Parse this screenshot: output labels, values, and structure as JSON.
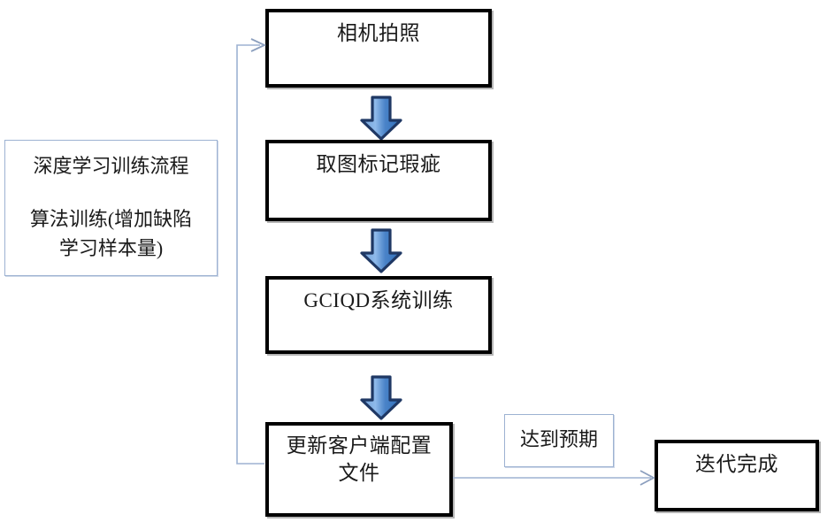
{
  "diagram": {
    "title_text": "深度学习训练流程",
    "nodes": {
      "annotation": {
        "line1": "深度学习训练流程",
        "line2": "算法训练(增加缺陷\n学习样本量)"
      },
      "step1": {
        "label": "相机拍照"
      },
      "step2": {
        "label": "取图标记瑕疵"
      },
      "step3": {
        "label": "GCIQD系统训练"
      },
      "step4": {
        "label": "更新客户端配置\n文件"
      },
      "condition": {
        "label": "达到预期"
      },
      "end": {
        "label": "迭代完成"
      }
    },
    "colors": {
      "box_border": "#000000",
      "note_border": "#9db2d2",
      "connector": "#9db2d2",
      "arrow_outline": "#1f3864",
      "arrow_fill_light": "#8eb4e3",
      "arrow_fill_dark": "#2f6fba",
      "text": "#1a1a1a",
      "background": "#ffffff"
    }
  }
}
